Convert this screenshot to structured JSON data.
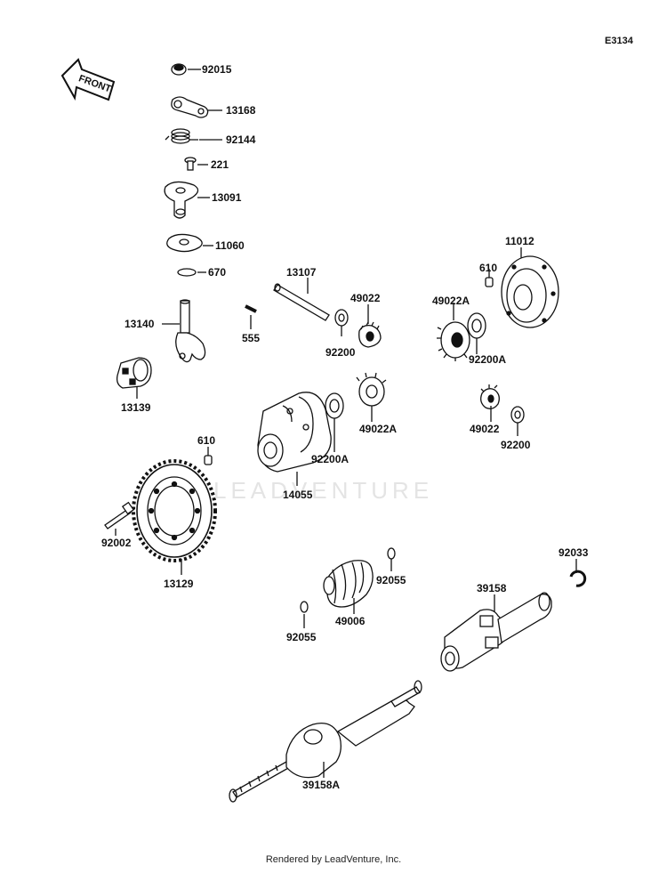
{
  "figure_code": "E3134",
  "front_label": "FRONT",
  "watermark": "LEADVENTURE",
  "footer": "Rendered by LeadVenture, Inc.",
  "parts": [
    {
      "id": "p92015",
      "label": "92015"
    },
    {
      "id": "p13168",
      "label": "13168"
    },
    {
      "id": "p92144",
      "label": "92144"
    },
    {
      "id": "p221",
      "label": "221"
    },
    {
      "id": "p13091",
      "label": "13091"
    },
    {
      "id": "p11060",
      "label": "11060"
    },
    {
      "id": "p670",
      "label": "670"
    },
    {
      "id": "p13140",
      "label": "13140"
    },
    {
      "id": "p555",
      "label": "555"
    },
    {
      "id": "p13107",
      "label": "13107"
    },
    {
      "id": "p49022a",
      "label": "49022"
    },
    {
      "id": "p92200a",
      "label": "92200"
    },
    {
      "id": "p49022Aa",
      "label": "49022A"
    },
    {
      "id": "p610a",
      "label": "610"
    },
    {
      "id": "p11012",
      "label": "11012"
    },
    {
      "id": "p92200Aa",
      "label": "92200A"
    },
    {
      "id": "p13139",
      "label": "13139"
    },
    {
      "id": "p49022Ab",
      "label": "49022A"
    },
    {
      "id": "p49022b",
      "label": "49022"
    },
    {
      "id": "p92200b",
      "label": "92200"
    },
    {
      "id": "p610b",
      "label": "610"
    },
    {
      "id": "p92200Ab",
      "label": "92200A"
    },
    {
      "id": "p14055",
      "label": "14055"
    },
    {
      "id": "p92002",
      "label": "92002"
    },
    {
      "id": "p13129",
      "label": "13129"
    },
    {
      "id": "p92055a",
      "label": "92055"
    },
    {
      "id": "p49006",
      "label": "49006"
    },
    {
      "id": "p92055b",
      "label": "92055"
    },
    {
      "id": "p92033",
      "label": "92033"
    },
    {
      "id": "p39158",
      "label": "39158"
    },
    {
      "id": "p39158A",
      "label": "39158A"
    }
  ]
}
